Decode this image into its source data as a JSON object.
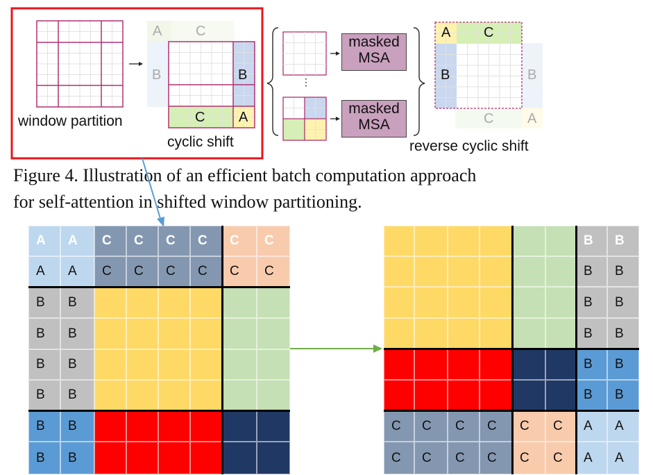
{
  "top_figure": {
    "window_partition_label": "window partition",
    "cyclic_shift_label": "cyclic shift",
    "reverse_cyclic_shift_label": "reverse cyclic shift",
    "masked_msa_1": [
      "masked",
      "MSA"
    ],
    "masked_msa_2": [
      "masked",
      "MSA"
    ],
    "region_letters": {
      "a": "A",
      "b": "B",
      "c": "C"
    },
    "ellipsis": "⋮"
  },
  "caption": {
    "line1": "Figure 4. Illustration of an efficient batch computation approach",
    "line2": "for self-attention in shifted window partitioning."
  },
  "left_grid": {
    "rows": [
      [
        "A",
        "A",
        "C",
        "C",
        "C",
        "C",
        "C",
        "C"
      ],
      [
        "A",
        "A",
        "C",
        "C",
        "C",
        "C",
        "C",
        "C"
      ],
      [
        "B",
        "B",
        "",
        "",
        "",
        "",
        "",
        ""
      ],
      [
        "B",
        "B",
        "",
        "",
        "",
        "",
        "",
        ""
      ],
      [
        "B",
        "B",
        "",
        "",
        "",
        "",
        "",
        ""
      ],
      [
        "B",
        "B",
        "",
        "",
        "",
        "",
        "",
        ""
      ],
      [
        "B",
        "B",
        "",
        "",
        "",
        "",
        "",
        ""
      ],
      [
        "B",
        "B",
        "",
        "",
        "",
        "",
        "",
        ""
      ]
    ],
    "colors": [
      [
        "#bdd7ee",
        "#bdd7ee",
        "#8497b0",
        "#8497b0",
        "#8497b0",
        "#8497b0",
        "#f8cbad",
        "#f8cbad"
      ],
      [
        "#bdd7ee",
        "#bdd7ee",
        "#8497b0",
        "#8497b0",
        "#8497b0",
        "#8497b0",
        "#f8cbad",
        "#f8cbad"
      ],
      [
        "#c0c0c0",
        "#c0c0c0",
        "#ffd966",
        "#ffd966",
        "#ffd966",
        "#ffd966",
        "#c5e0b4",
        "#c5e0b4"
      ],
      [
        "#c0c0c0",
        "#c0c0c0",
        "#ffd966",
        "#ffd966",
        "#ffd966",
        "#ffd966",
        "#c5e0b4",
        "#c5e0b4"
      ],
      [
        "#c0c0c0",
        "#c0c0c0",
        "#ffd966",
        "#ffd966",
        "#ffd966",
        "#ffd966",
        "#c5e0b4",
        "#c5e0b4"
      ],
      [
        "#c0c0c0",
        "#c0c0c0",
        "#ffd966",
        "#ffd966",
        "#ffd966",
        "#ffd966",
        "#c5e0b4",
        "#c5e0b4"
      ],
      [
        "#5b9bd5",
        "#5b9bd5",
        "#ff0000",
        "#ff0000",
        "#ff0000",
        "#ff0000",
        "#203864",
        "#203864"
      ],
      [
        "#5b9bd5",
        "#5b9bd5",
        "#ff0000",
        "#ff0000",
        "#ff0000",
        "#ff0000",
        "#203864",
        "#203864"
      ]
    ],
    "bold_white_row": 0
  },
  "right_grid": {
    "rows": [
      [
        "",
        "",
        "",
        "",
        "",
        "",
        "B",
        "B"
      ],
      [
        "",
        "",
        "",
        "",
        "",
        "",
        "B",
        "B"
      ],
      [
        "",
        "",
        "",
        "",
        "",
        "",
        "B",
        "B"
      ],
      [
        "",
        "",
        "",
        "",
        "",
        "",
        "B",
        "B"
      ],
      [
        "",
        "",
        "",
        "",
        "",
        "",
        "B",
        "B"
      ],
      [
        "",
        "",
        "",
        "",
        "",
        "",
        "B",
        "B"
      ],
      [
        "C",
        "C",
        "C",
        "C",
        "C",
        "C",
        "A",
        "A"
      ],
      [
        "C",
        "C",
        "C",
        "C",
        "C",
        "C",
        "A",
        "A"
      ]
    ],
    "colors": [
      [
        "#ffd966",
        "#ffd966",
        "#ffd966",
        "#ffd966",
        "#c5e0b4",
        "#c5e0b4",
        "#c0c0c0",
        "#c0c0c0"
      ],
      [
        "#ffd966",
        "#ffd966",
        "#ffd966",
        "#ffd966",
        "#c5e0b4",
        "#c5e0b4",
        "#c0c0c0",
        "#c0c0c0"
      ],
      [
        "#ffd966",
        "#ffd966",
        "#ffd966",
        "#ffd966",
        "#c5e0b4",
        "#c5e0b4",
        "#c0c0c0",
        "#c0c0c0"
      ],
      [
        "#ffd966",
        "#ffd966",
        "#ffd966",
        "#ffd966",
        "#c5e0b4",
        "#c5e0b4",
        "#c0c0c0",
        "#c0c0c0"
      ],
      [
        "#ff0000",
        "#ff0000",
        "#ff0000",
        "#ff0000",
        "#203864",
        "#203864",
        "#5b9bd5",
        "#5b9bd5"
      ],
      [
        "#ff0000",
        "#ff0000",
        "#ff0000",
        "#ff0000",
        "#203864",
        "#203864",
        "#5b9bd5",
        "#5b9bd5"
      ],
      [
        "#8497b0",
        "#8497b0",
        "#8497b0",
        "#8497b0",
        "#f8cbad",
        "#f8cbad",
        "#bdd7ee",
        "#bdd7ee"
      ],
      [
        "#8497b0",
        "#8497b0",
        "#8497b0",
        "#8497b0",
        "#f8cbad",
        "#f8cbad",
        "#bdd7ee",
        "#bdd7ee"
      ]
    ],
    "bold_white_row": 0
  },
  "colors": {
    "highlight_box": "#e8141b",
    "blue_arrow": "#5b9bd5",
    "green_arrow": "#70ad47",
    "magenta_grid": "#b03070"
  }
}
